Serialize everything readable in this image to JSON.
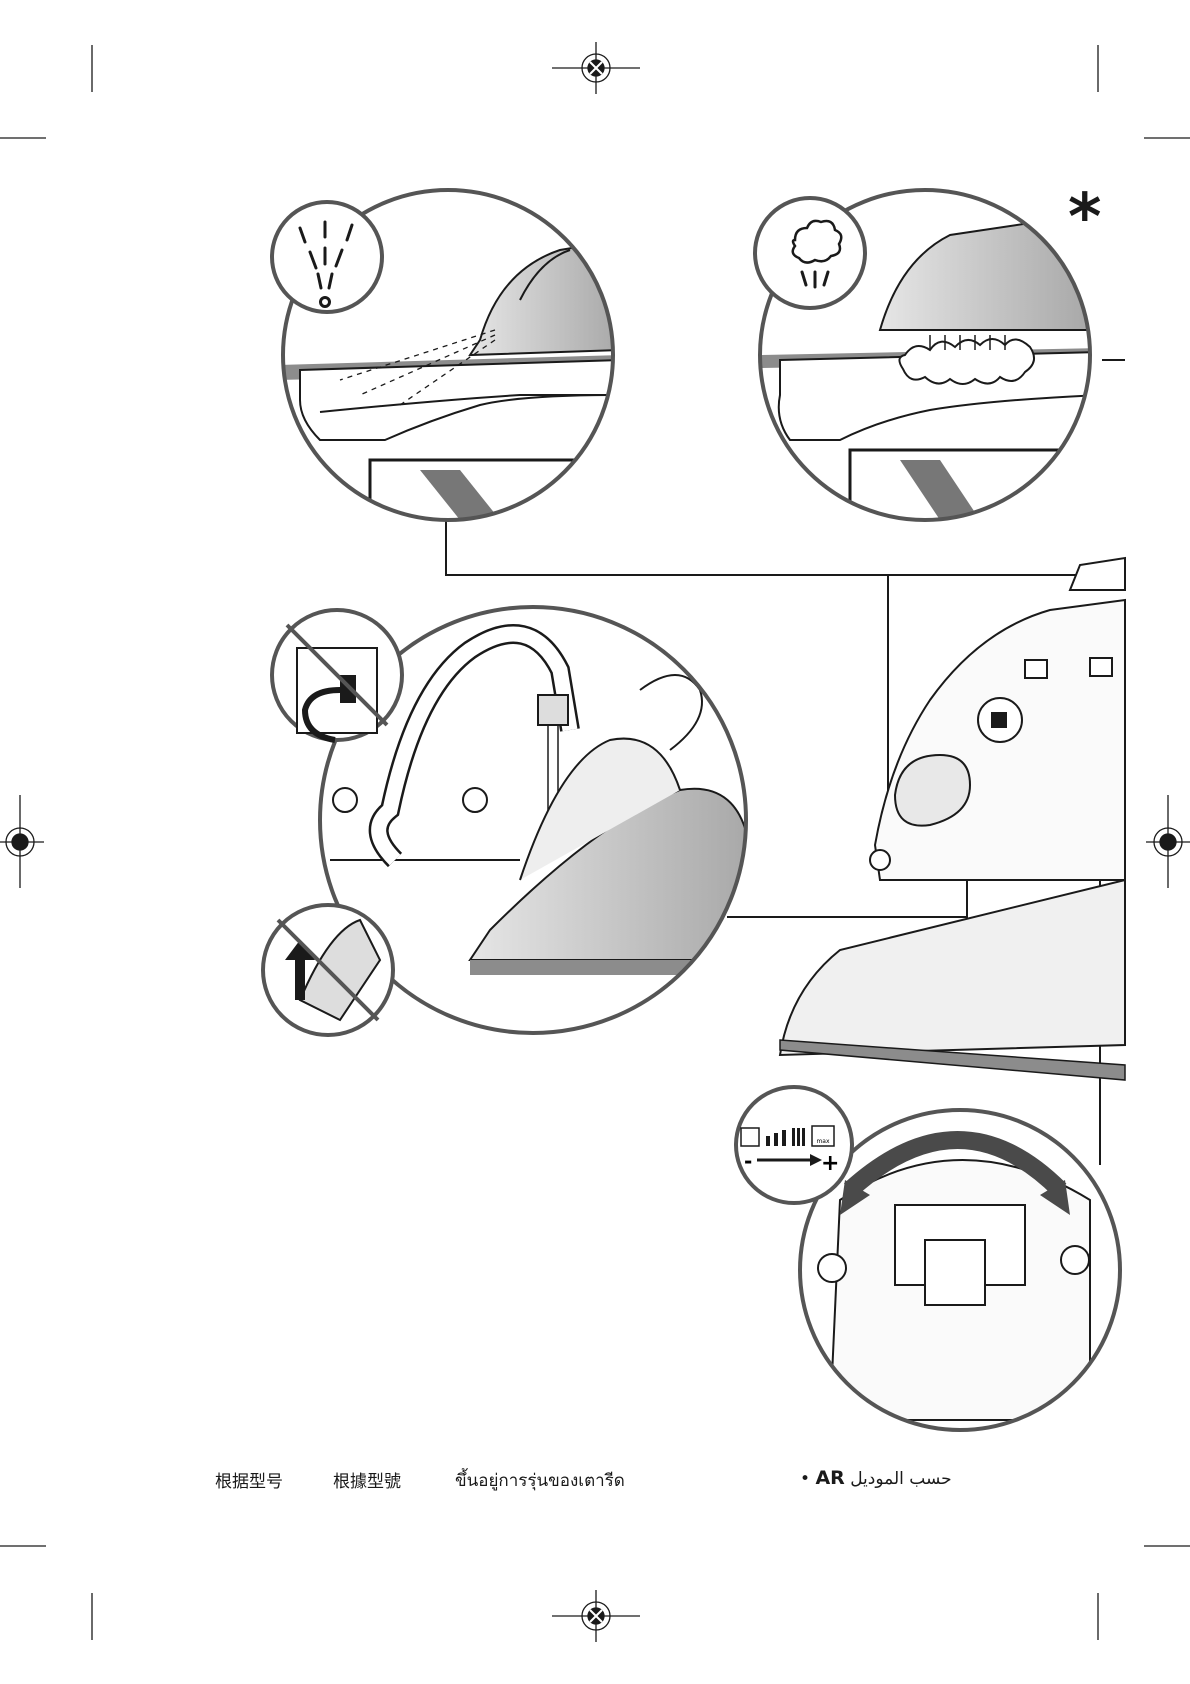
{
  "page": {
    "marker": "*"
  },
  "captions": {
    "cn_simplified": "根据型号",
    "cn_traditional": "根據型號",
    "thai": "ขึ้นอยู่การรุ่นของเตารีด",
    "arabic_prefix": "•",
    "arabic_code": "AR",
    "arabic_text": "حسب الموديل",
    "arabic_suffix": "•"
  },
  "illustrations": {
    "spray": {
      "icon": "spray-icon"
    },
    "steam": {
      "icon": "steam-burst-icon"
    },
    "fill_tap": {
      "icon": "faucet-icon"
    },
    "no_plug": {
      "icon": "no-plug-icon"
    },
    "no_remove": {
      "icon": "no-remove-tank-icon"
    },
    "steam_dial": {
      "icon": "steam-dial-icon",
      "min_label": "-",
      "max_label": "+",
      "max_text": "max"
    }
  },
  "colors": {
    "line": "#1a1a1a",
    "shade": "#8c8c8c",
    "light_shade": "#d9d9d9"
  }
}
